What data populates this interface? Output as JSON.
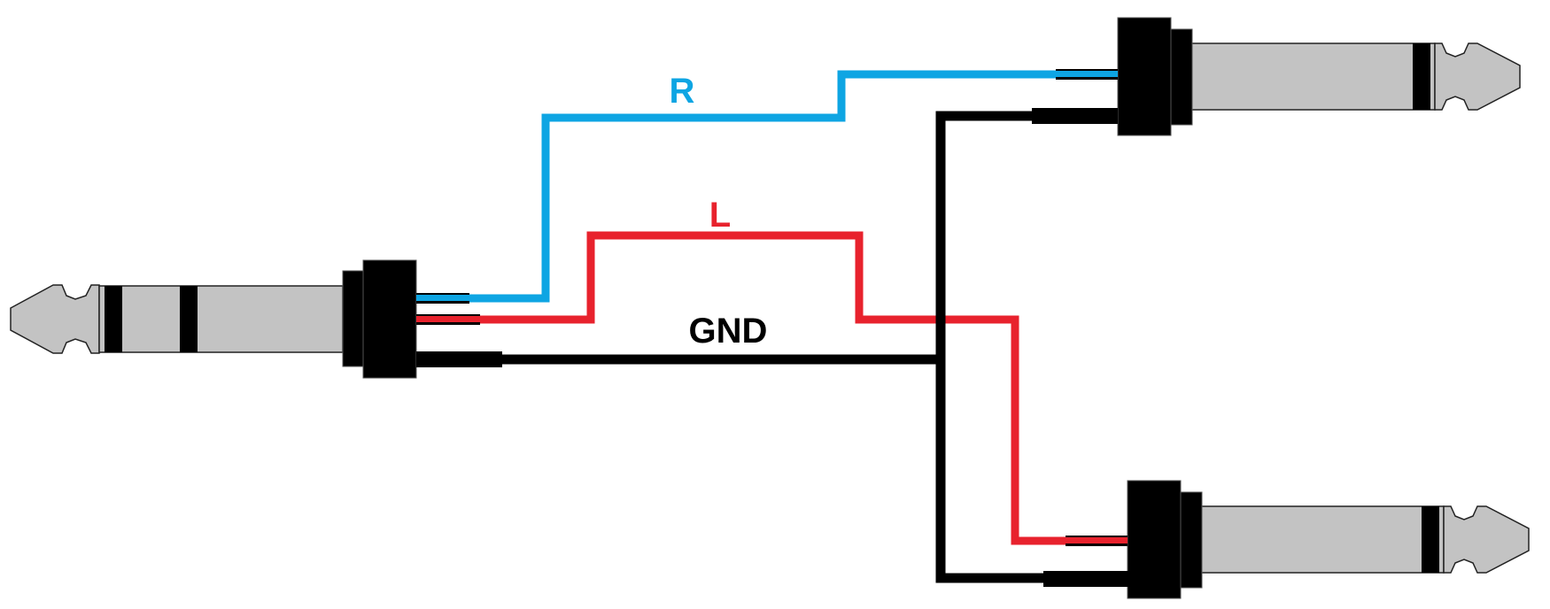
{
  "labels": {
    "right": "R",
    "left": "L",
    "ground": "GND"
  },
  "colors": {
    "right_wire": "#0ea5e3",
    "left_wire": "#e8222d",
    "ground_wire": "#000000",
    "plug_metal": "#c3c3c3",
    "plug_body": "#000000"
  },
  "components": [
    {
      "id": "trs-plug",
      "kind": "stereo-plug",
      "type": "TRS 1/4\" stereo"
    },
    {
      "id": "ts-plug-right",
      "kind": "mono-plug",
      "type": "TS 1/4\" mono"
    },
    {
      "id": "ts-plug-left",
      "kind": "mono-plug",
      "type": "TS 1/4\" mono"
    }
  ]
}
